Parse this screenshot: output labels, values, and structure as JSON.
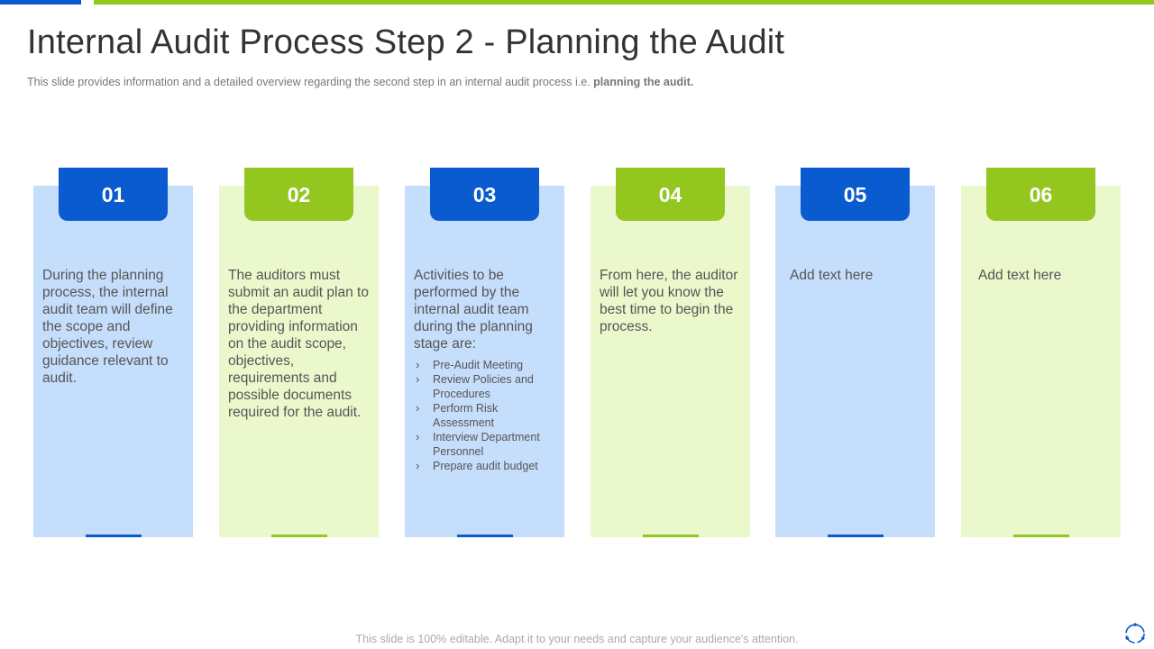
{
  "title": "Internal Audit Process Step 2 - Planning the Audit",
  "subtitle": {
    "text": "This slide provides  information  and a detailed overview  regarding the second step in an internal audit process i.e.",
    "bold": "planning the audit."
  },
  "colors": {
    "blue": "#0a5bcf",
    "green": "#93c720",
    "light_blue": "#c5defb",
    "light_green": "#ebf8cc"
  },
  "steps": [
    {
      "number": "01",
      "text": "During the planning process, the internal audit team will define the scope and objectives, review guidance relevant to audit."
    },
    {
      "number": "02",
      "text": "The auditors must submit an audit plan to the  department providing information on the audit scope, objectives, requirements and possible documents required for the audit."
    },
    {
      "number": "03",
      "text": "Activities to be performed by the internal audit team during the planning stage are:",
      "bullets": [
        "Pre-Audit Meeting",
        "Review Policies and Procedures",
        "Perform Risk Assessment",
        "Interview Department Personnel",
        "Prepare audit budget"
      ]
    },
    {
      "number": "04",
      "text": "From here, the auditor will let you know the best time to begin the process."
    },
    {
      "number": "05",
      "text": "Add text here"
    },
    {
      "number": "06",
      "text": "Add text here"
    }
  ],
  "footer": "This slide is 100% editable. Adapt it to your needs and capture your audience's attention."
}
